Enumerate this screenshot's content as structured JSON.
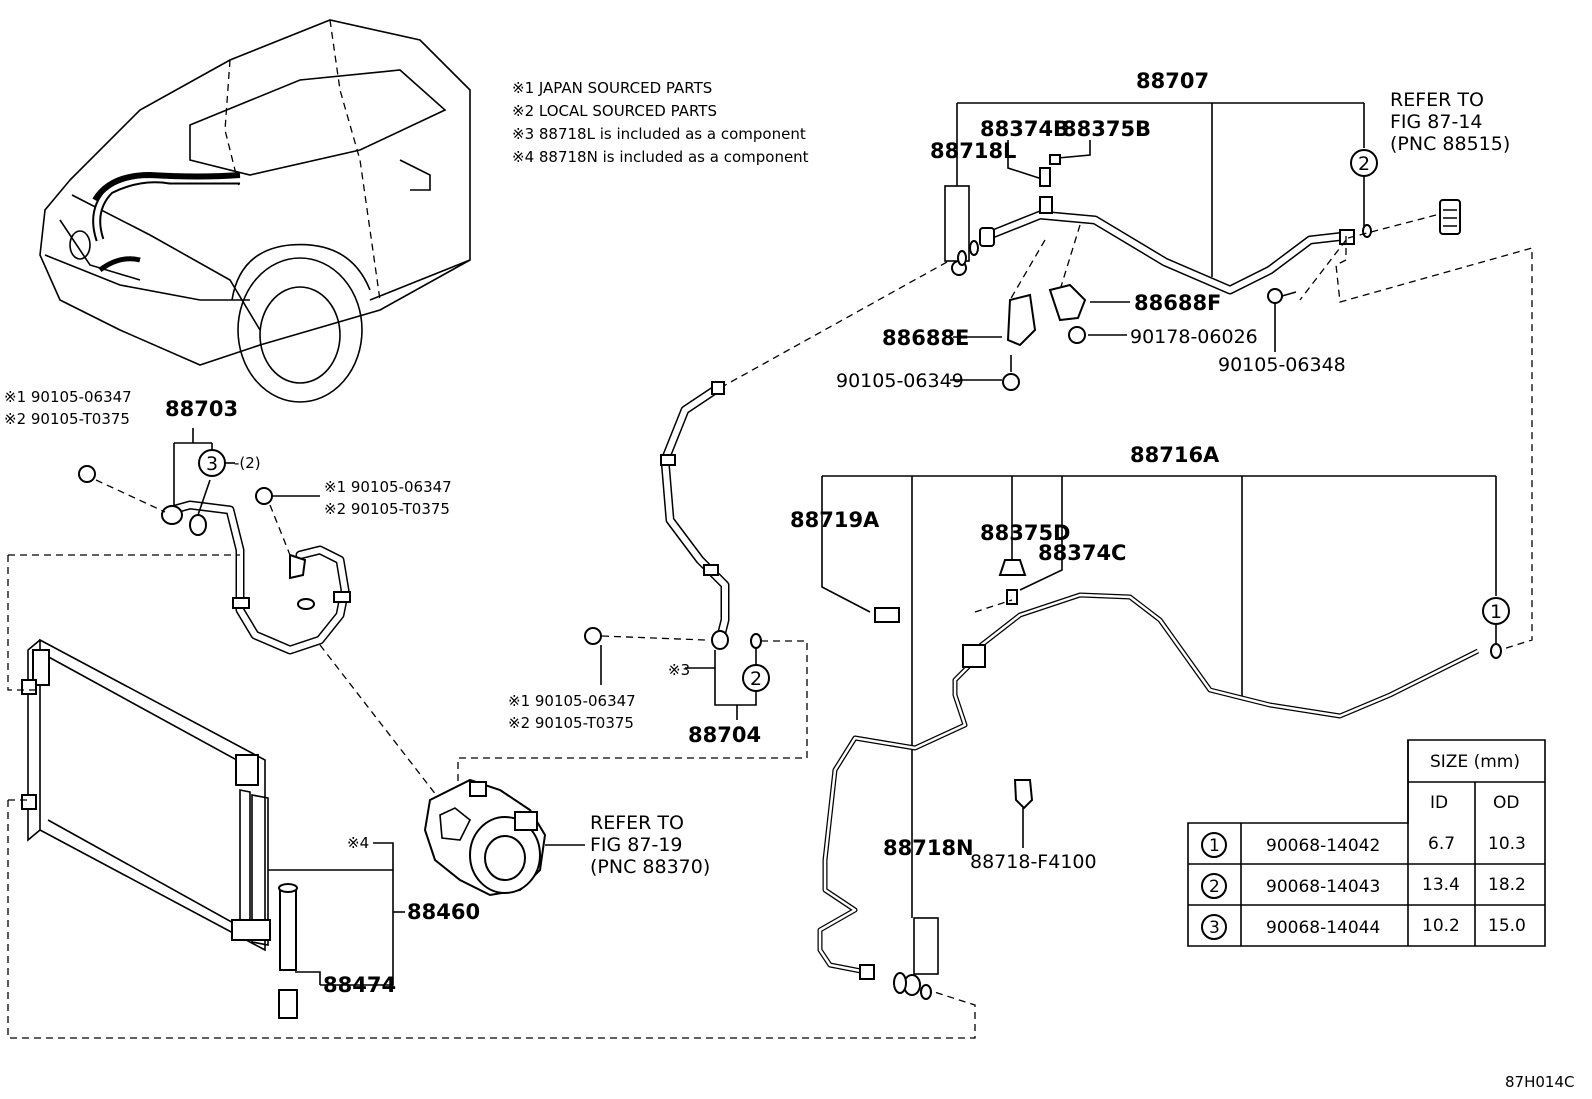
{
  "notes": [
    "※1 JAPAN SOURCED PARTS",
    "※2 LOCAL SOURCED PARTS",
    "※3 88718L is included as a component",
    "※4 88718N is included as a component"
  ],
  "labels": {
    "p88707": "88707",
    "p88374B": "88374B",
    "p88375B": "88375B",
    "p88718L": "88718L",
    "p88688F": "88688F",
    "p88688E": "88688E",
    "p90178_06026": "90178-06026",
    "p90105_06349": "90105-06349",
    "p90105_06348": "90105-06348",
    "p88716A": "88716A",
    "p88719A": "88719A",
    "p88375D": "88375D",
    "p88374C": "88374C",
    "p88718N": "88718N",
    "p88718_F4100": "88718-F4100",
    "p88703": "88703",
    "p88704": "88704",
    "p88460": "88460",
    "p88474": "88474",
    "star3": "※3",
    "star4": "※4",
    "ring3_paren": "-(2)",
    "bolt_a1": "※1 90105-06347",
    "bolt_a2": "※2 90105-T0375",
    "bolt_b1": "※1 90105-06347",
    "bolt_b2": "※2 90105-T0375",
    "bolt_c1": "※1 90105-06347",
    "bolt_c2": "※2 90105-T0375",
    "ref1_l1": "REFER TO",
    "ref1_l2": "FIG 87-14",
    "ref1_l3": "(PNC 88515)",
    "ref2_l1": "REFER TO",
    "ref2_l2": "FIG 87-19",
    "ref2_l3": "(PNC 88370)",
    "figure_code": "87H014C",
    "c1": "1",
    "c2a": "2",
    "c2b": "2",
    "c3": "3"
  },
  "size_table": {
    "title": "SIZE (mm)",
    "col_id": "ID",
    "col_od": "OD",
    "rows": [
      {
        "ref": "1",
        "part": "90068-14042",
        "id": "6.7",
        "od": "10.3"
      },
      {
        "ref": "2",
        "part": "90068-14043",
        "id": "13.4",
        "od": "18.2"
      },
      {
        "ref": "3",
        "part": "90068-14044",
        "id": "10.2",
        "od": "15.0"
      }
    ]
  }
}
